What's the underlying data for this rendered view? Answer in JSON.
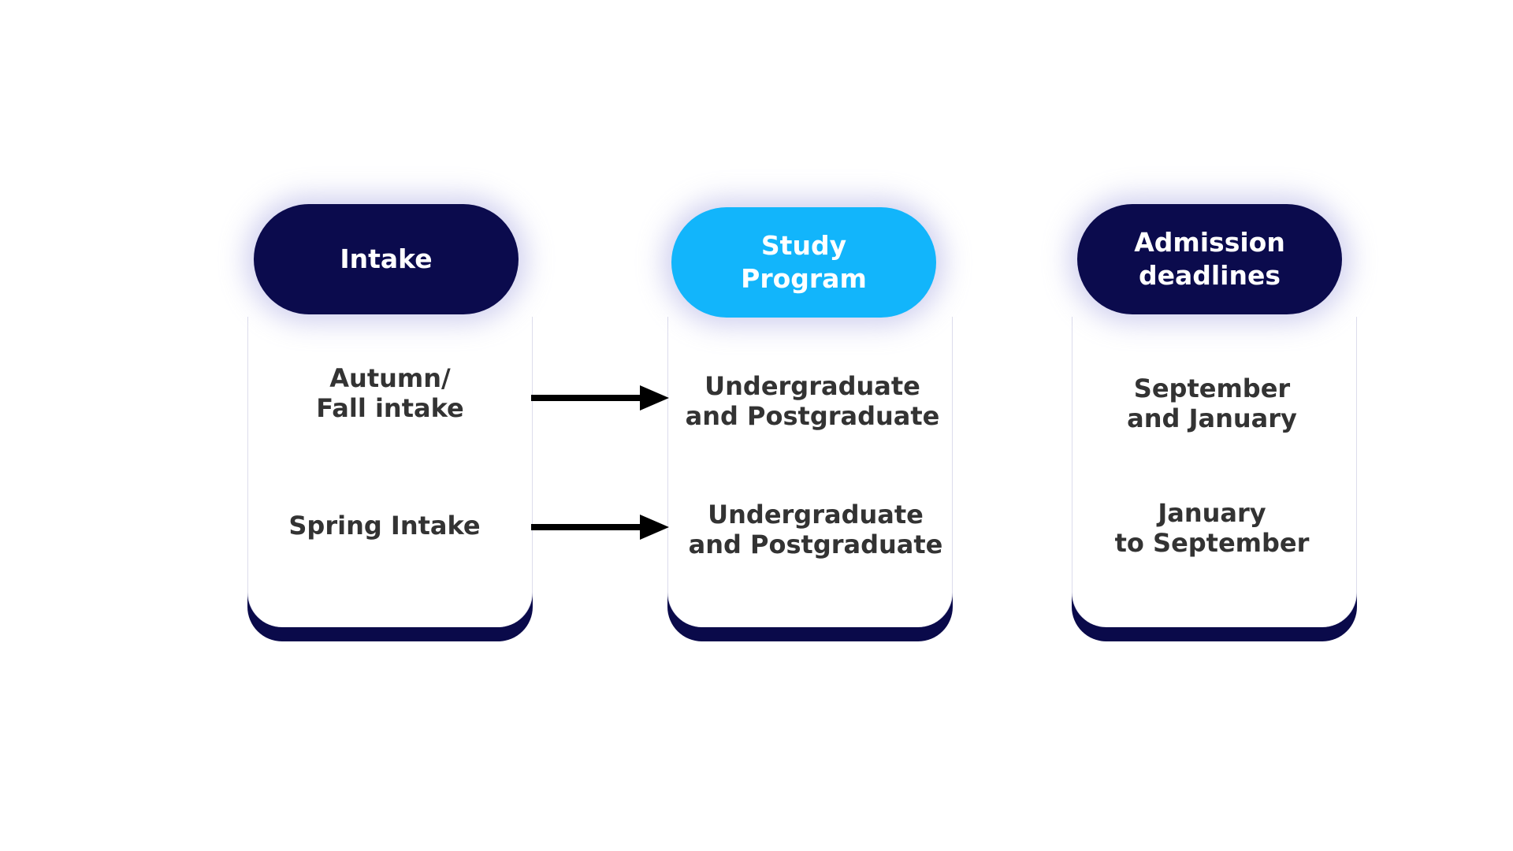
{
  "columns": [
    {
      "header": "Intake",
      "items": [
        "Autumn/\nFall intake",
        "Spring Intake"
      ]
    },
    {
      "header": "Study\nProgram",
      "items": [
        "Undergraduate\nand Postgraduate",
        "Undergraduate\nand Postgraduate"
      ]
    },
    {
      "header": "Admission\ndeadlines",
      "items": [
        "September\nand January",
        "January\nto September"
      ]
    }
  ],
  "colors": {
    "header_dark": "#0b0b4d",
    "header_accent": "#12b5fb",
    "text": "#333333",
    "arrow": "#000000"
  }
}
